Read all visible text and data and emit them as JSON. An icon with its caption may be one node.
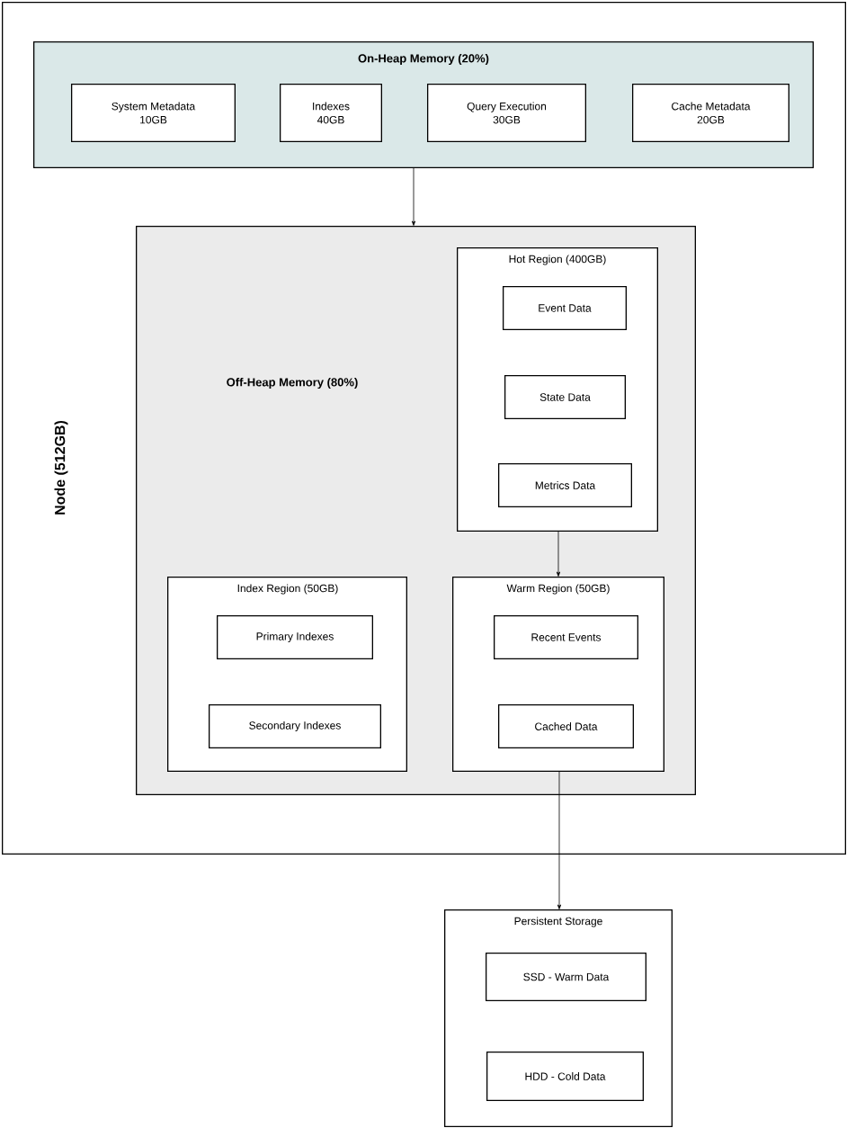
{
  "diagram": {
    "nodes": [
      {
        "text": [
          "Node (512GB)"
        ]
      },
      {
        "text": [
          "On-Heap Memory (20%)"
        ],
        "in": 0
      },
      {
        "text": [
          "System Metadata",
          "10GB"
        ],
        "in": 1
      },
      {
        "text": [
          "Indexes",
          "40GB"
        ],
        "in": 1
      },
      {
        "text": [
          "Query Execution",
          "30GB"
        ],
        "in": 1
      },
      {
        "text": [
          "Cache Metadata",
          "20GB"
        ],
        "in": 1
      },
      {
        "text": [
          "Off-Heap Memory (80%)"
        ],
        "in": 0
      },
      {
        "text": [
          "Hot Region (400GB)"
        ],
        "in": 6
      },
      {
        "text": [
          "Event Data"
        ],
        "in": 7
      },
      {
        "text": [
          "State Data"
        ],
        "in": 7
      },
      {
        "text": [
          "Metrics Data"
        ],
        "in": 7
      },
      {
        "text": [
          "Index Region (50GB)"
        ],
        "in": 6
      },
      {
        "text": [
          "Primary Indexes"
        ],
        "in": 11
      },
      {
        "text": [
          "Secondary Indexes"
        ],
        "in": 11
      },
      {
        "text": [
          "Warm Region (50GB)"
        ],
        "in": 6
      },
      {
        "text": [
          "Recent Events"
        ],
        "in": 14
      },
      {
        "text": [
          "Cached Data"
        ],
        "in": 14
      },
      {
        "text": [
          "Persistent Storage"
        ]
      },
      {
        "text": [
          "SSD - Warm Data"
        ],
        "in": 17
      },
      {
        "text": [
          "HDD - Cold Data"
        ],
        "in": 17
      }
    ],
    "edges": [
      {
        "from": 1,
        "to": 6,
        "arrow": "to"
      },
      {
        "from": 7,
        "to": 14,
        "arrow": "to"
      },
      {
        "from": 14,
        "to": 17,
        "arrow": "to"
      }
    ]
  }
}
